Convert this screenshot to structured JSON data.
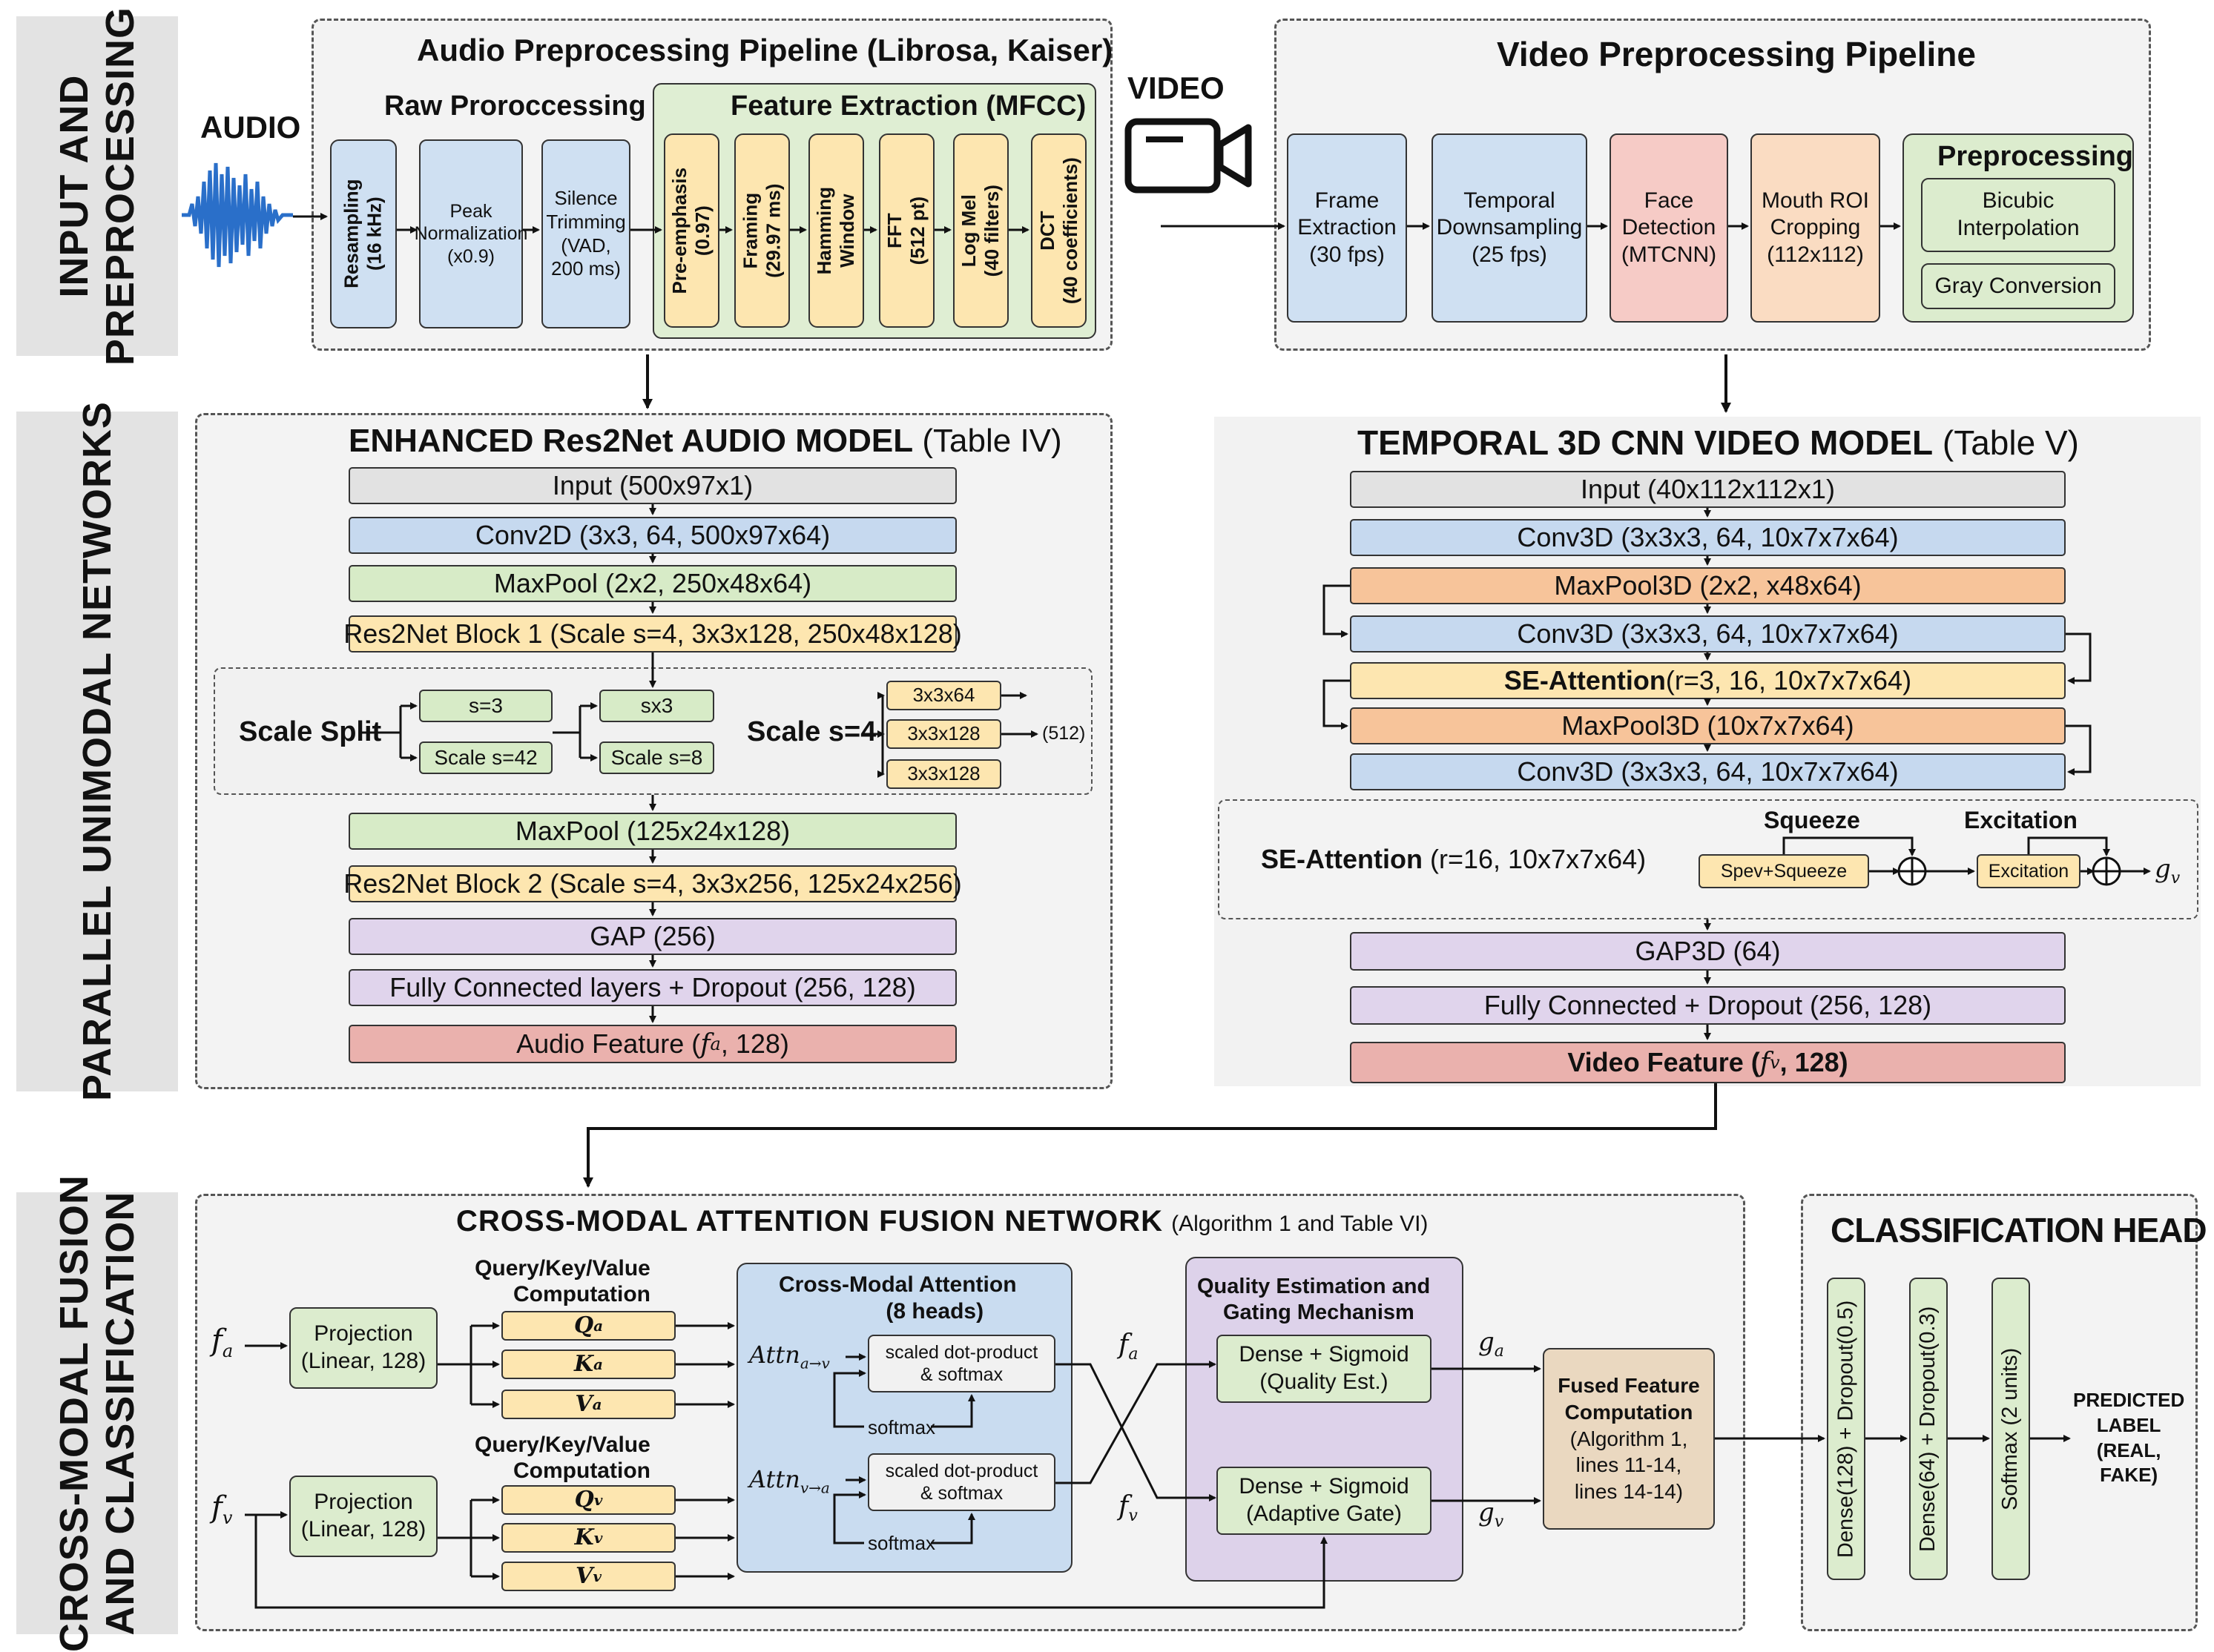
{
  "sections": {
    "input": [
      "INPUT AND",
      "PREPROCESSING"
    ],
    "parallel": "PARALLEL UNIMODAL NETWORKS",
    "fusion": [
      "CROSS-MODAL FUSION",
      "AND CLASSIFICATION"
    ]
  },
  "audio_label": "AUDIO",
  "video_label": "VIDEO",
  "audio_pipeline": {
    "title": "Audio Preprocessing Pipeline (Librosa, Kaiser)",
    "raw_title": "Raw Proroccessing",
    "raw_steps": [
      [
        "Resampling",
        "(16 kHz)"
      ],
      [
        "Peak",
        "Normalization",
        "(x0.9)"
      ],
      [
        "Silence",
        "Trimming",
        "(VAD,",
        "200 ms)"
      ]
    ],
    "feat_title": "Feature Extraction (MFCC)",
    "feat_steps": [
      [
        "Pre-emphasis",
        "(0.97)"
      ],
      [
        "Framing",
        "(29.97 ms)"
      ],
      [
        "Hamming",
        "Window"
      ],
      [
        "FFT",
        "(512 pt)"
      ],
      [
        "Log Mel",
        "(40 filters)"
      ],
      [
        "DCT",
        "(40 coefficients)"
      ]
    ]
  },
  "video_pipeline": {
    "title": "Video Preprocessing Pipeline",
    "steps": [
      [
        "Frame",
        "Extraction",
        "(30 fps)"
      ],
      [
        "Temporal",
        "Downsampling",
        "(25 fps)"
      ],
      [
        "Face",
        "Detection",
        "(MTCNN)"
      ],
      [
        "Mouth ROI",
        "Cropping",
        "(112x112)"
      ]
    ],
    "pre_title": "Preprocessing",
    "pre_items": [
      [
        "Bicubic",
        "Interpolation"
      ],
      [
        "Gray Conversion"
      ]
    ]
  },
  "audio_model": {
    "title": "ENHANCED Res2Net AUDIO MODEL",
    "title_ref": "(Table IV)",
    "layers": [
      "Input (500x97x1)",
      "Conv2D (3x3, 64, 500x97x64)",
      "MaxPool (2x2, 250x48x64)",
      "Res2Net Block 1 (Scale s=4, 3x3x128, 250x48x128)",
      "MaxPool (125x24x128)",
      "Res2Net Block 2 (Scale s=4, 3x3x256, 125x24x256)",
      "GAP (256)",
      "Fully Connected layers + Dropout (256, 128)"
    ],
    "feature_prefix": "Audio Feature (",
    "feature_symbol": "f",
    "feature_sub": "a",
    "feature_suffix": ", 128)",
    "scale_split": {
      "label": "Scale Split",
      "boxes": [
        "s=3",
        "Scale s=42",
        "sx3",
        "Scale s=8"
      ],
      "scale_label": "Scale s=4",
      "convs": [
        "3x3x64",
        "3x3x128",
        "3x3x128"
      ],
      "out": "(512)"
    }
  },
  "video_model": {
    "title": "TEMPORAL 3D CNN VIDEO MODEL",
    "title_ref": "(Table V)",
    "layers": [
      "Input (40x112x112x1)",
      "Conv3D (3x3x3, 64, 10x7x7x64)",
      "MaxPool3D (2x2, x48x64)",
      "Conv3D (3x3x3, 64, 10x7x7x64)",
      "SE-Attention",
      "MaxPool3D (10x7x7x64)",
      "Conv3D (3x3x3, 64, 10x7x7x64)"
    ],
    "se_params": " (r=3, 16, 10x7x7x64)",
    "se_block": {
      "label": "SE-Attention",
      "params": " (r=16, 10x7x7x64)",
      "squeeze_title": "Squeeze",
      "squeeze_box": "Spev+Squeeze",
      "excitation_title": "Excitation",
      "excitation_box": "Excitation",
      "out_symbol": "g",
      "out_sub": "v"
    },
    "after": [
      "GAP3D (64)",
      "Fully Connected + Dropout (256, 128)"
    ],
    "feature_prefix": "Video Feature (",
    "feature_symbol": "f",
    "feature_sub": "v",
    "feature_suffix": ", 128)"
  },
  "fusion": {
    "title": "CROSS-MODAL  ATTENTION FUSION NETWORK",
    "title_ref": "(Algorithm 1 and Table VI)",
    "input_a": "a",
    "input_v": "v",
    "projection": [
      "Projection",
      "(Linear, 128)"
    ],
    "qkv_title": [
      "Query/Key/Value",
      "Computation"
    ],
    "qkv_a": [
      "Q",
      "K",
      "V"
    ],
    "attention_title": [
      "Cross-Modal Attention",
      "(8 heads)"
    ],
    "attn_a": "Attn",
    "attn_a_sub": "a→v",
    "attn_v_sub": "v→a",
    "sdp": [
      "scaled dot-product",
      "& softmax"
    ],
    "softmax": "softmax",
    "quality_title": [
      "Quality Estimation and",
      "Gating Mechanism"
    ],
    "quality_boxes": [
      [
        "Dense + Sigmoid",
        "(Quality Est.)"
      ],
      [
        "Dense + Sigmoid",
        "(Adaptive Gate)"
      ]
    ],
    "g_symbol": "g",
    "fused": [
      "Fused Feature",
      "Computation",
      "(Algorithm 1,",
      "lines 11-14,",
      "lines 14-14)"
    ]
  },
  "classification": {
    "title": "CLASSIFICATION HEAD",
    "layers": [
      "Dense(128) + Dropout(0.5)",
      "Dense(64) + Dropout(0.3)",
      "Softmax (2 units)"
    ],
    "output": [
      "PREDICTED",
      "LABEL",
      "(REAL,",
      "FAKE)"
    ]
  }
}
